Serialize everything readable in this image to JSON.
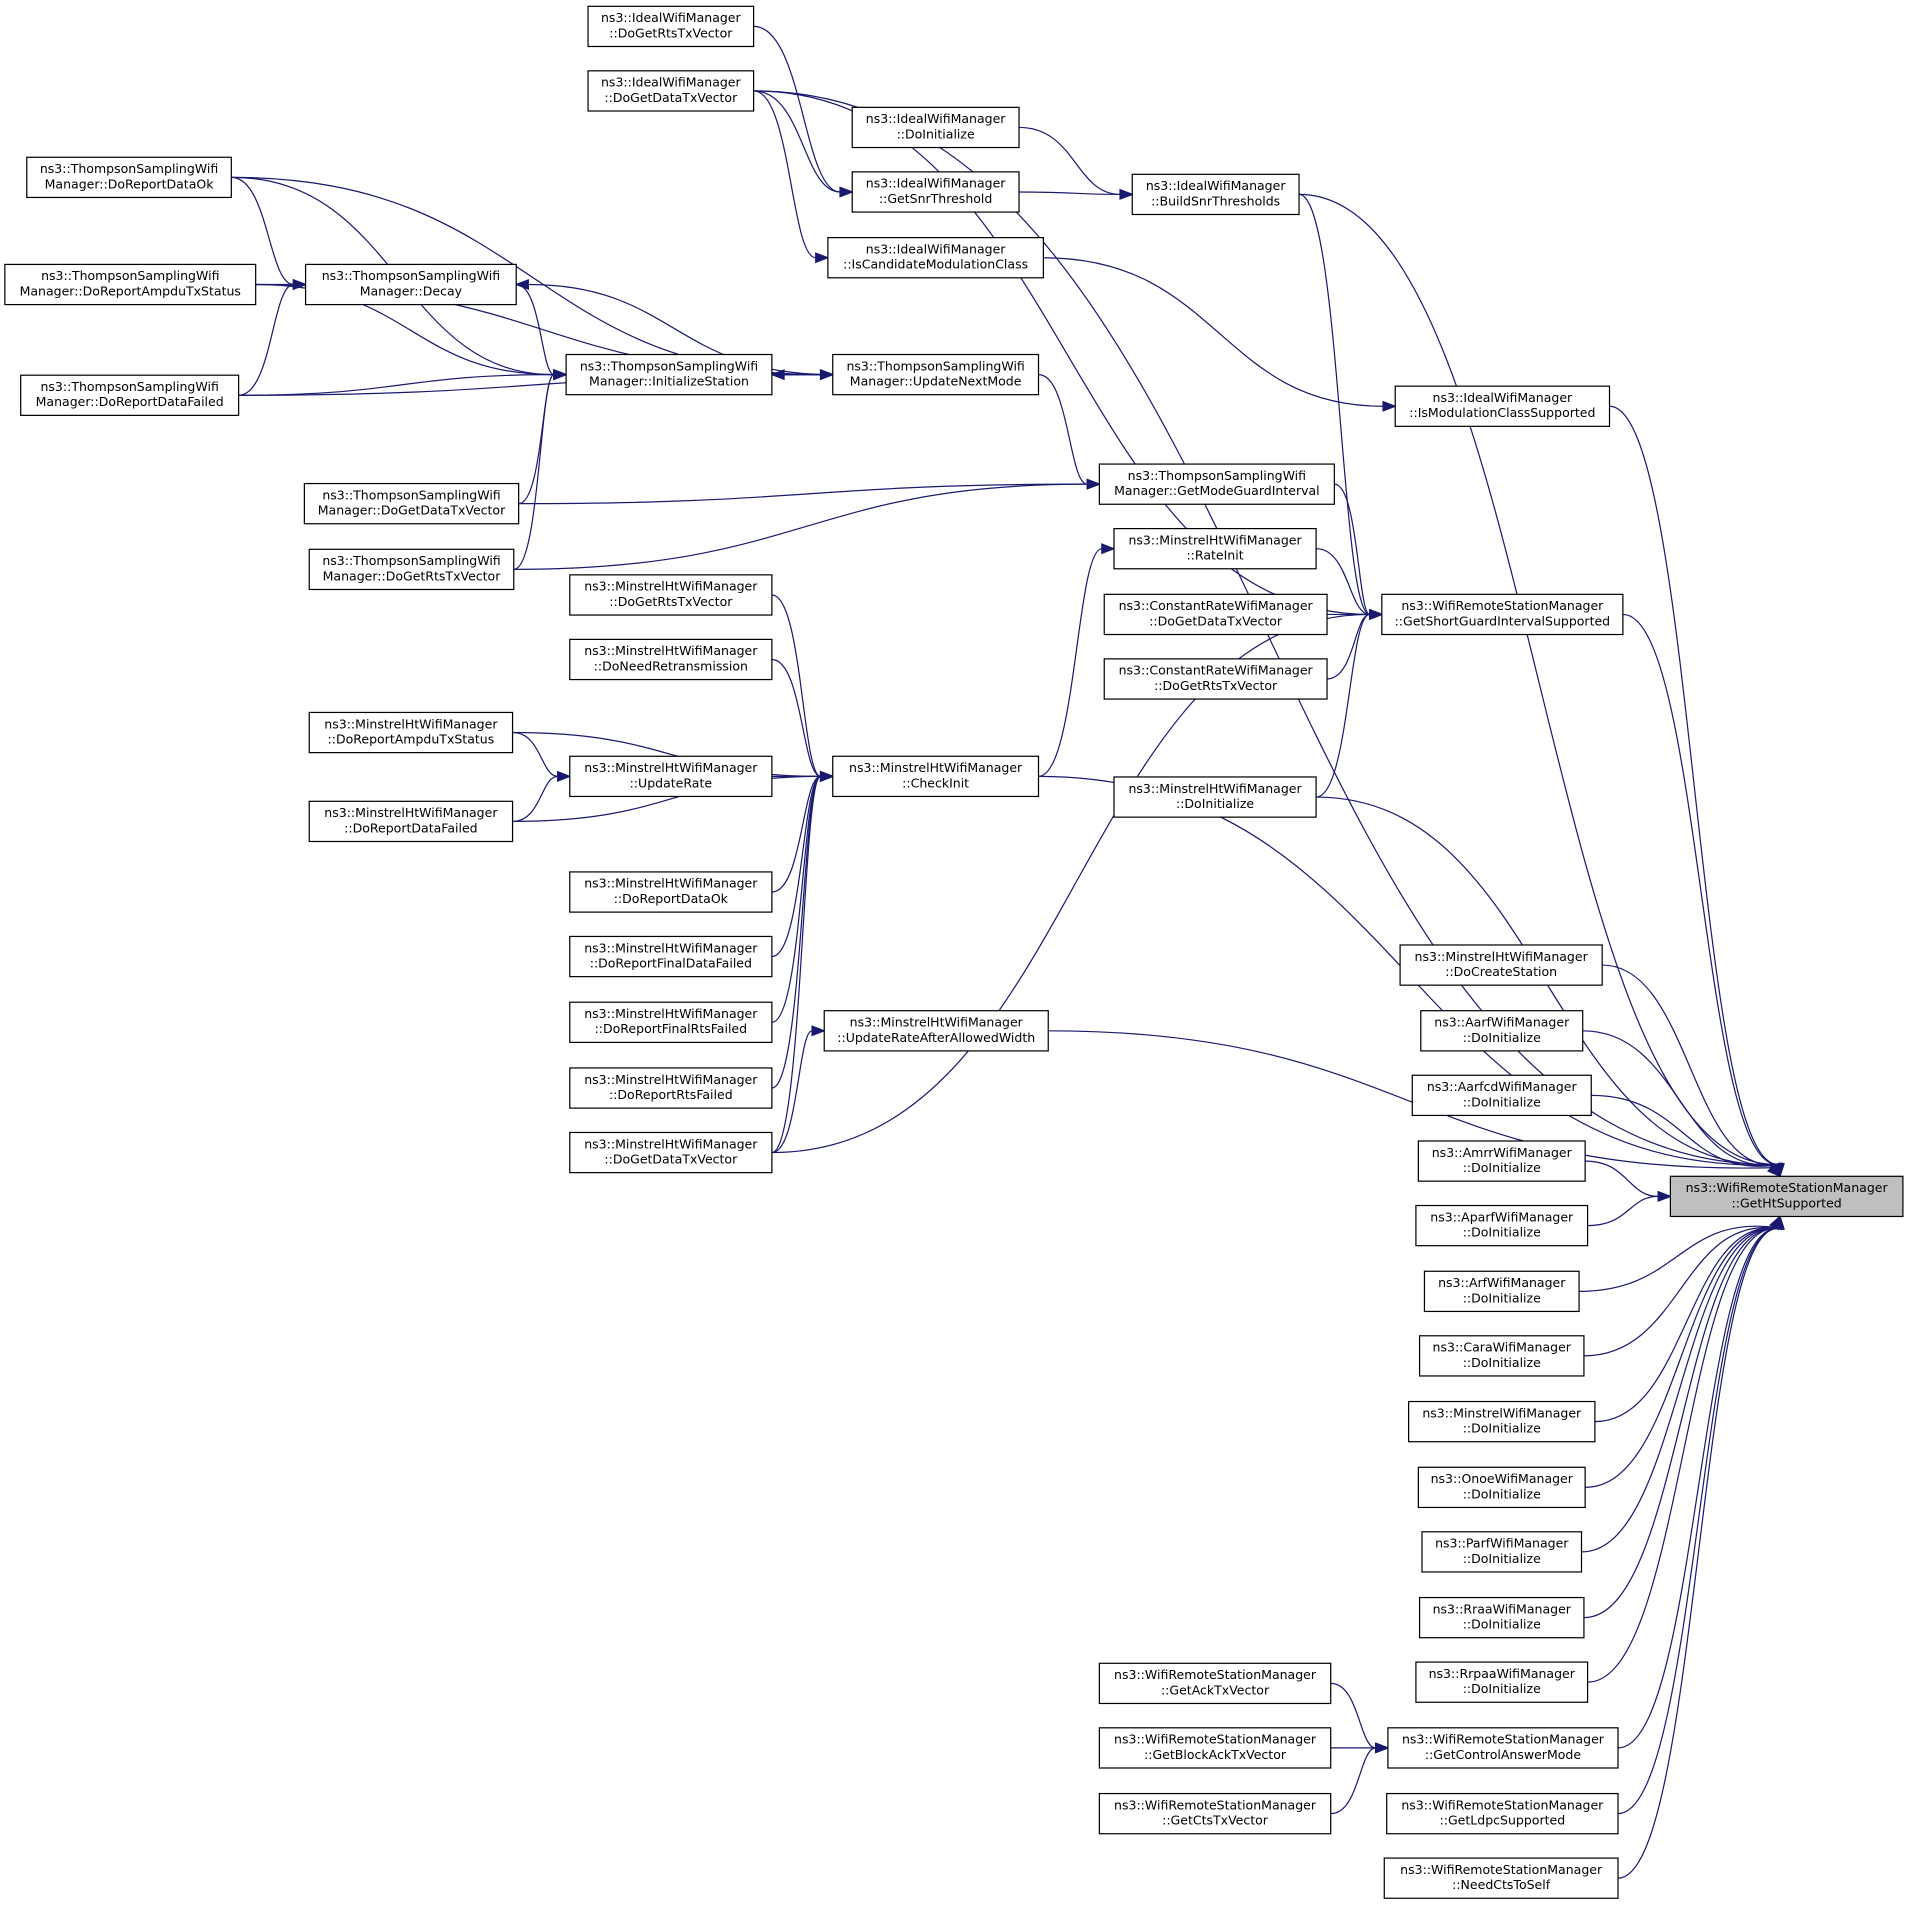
{
  "graph": {
    "edge_color": "#191970",
    "root_fill": "#bfbfbf",
    "root": "n38",
    "nodes": [
      {
        "id": "n1",
        "lines": [
          "ns3::IdealWifiManager",
          "::DoGetRtsTxVector"
        ]
      },
      {
        "id": "n2",
        "lines": [
          "ns3::IdealWifiManager",
          "::DoGetDataTxVector"
        ]
      },
      {
        "id": "n3",
        "lines": [
          "ns3::ThompsonSamplingWifi",
          "Manager::DoReportDataOk"
        ]
      },
      {
        "id": "n4",
        "lines": [
          "ns3::IdealWifiManager",
          "::DoInitialize"
        ]
      },
      {
        "id": "n5",
        "lines": [
          "ns3::IdealWifiManager",
          "::GetSnrThreshold"
        ]
      },
      {
        "id": "n6",
        "lines": [
          "ns3::IdealWifiManager",
          "::BuildSnrThresholds"
        ]
      },
      {
        "id": "n7",
        "lines": [
          "ns3::IdealWifiManager",
          "::IsCandidateModulationClass"
        ]
      },
      {
        "id": "n8",
        "lines": [
          "ns3::ThompsonSamplingWifi",
          "Manager::DoReportAmpduTxStatus"
        ]
      },
      {
        "id": "n9",
        "lines": [
          "ns3::ThompsonSamplingWifi",
          "Manager::Decay"
        ]
      },
      {
        "id": "n10",
        "lines": [
          "ns3::ThompsonSamplingWifi",
          "Manager::DoReportDataFailed"
        ]
      },
      {
        "id": "n11",
        "lines": [
          "ns3::ThompsonSamplingWifi",
          "Manager::InitializeStation"
        ]
      },
      {
        "id": "n12",
        "lines": [
          "ns3::ThompsonSamplingWifi",
          "Manager::UpdateNextMode"
        ]
      },
      {
        "id": "n13",
        "lines": [
          "ns3::IdealWifiManager",
          "::IsModulationClassSupported"
        ]
      },
      {
        "id": "n14",
        "lines": [
          "ns3::ThompsonSamplingWifi",
          "Manager::GetModeGuardInterval"
        ]
      },
      {
        "id": "n15",
        "lines": [
          "ns3::ThompsonSamplingWifi",
          "Manager::DoGetDataTxVector"
        ]
      },
      {
        "id": "n16",
        "lines": [
          "ns3::ThompsonSamplingWifi",
          "Manager::DoGetRtsTxVector"
        ]
      },
      {
        "id": "n17",
        "lines": [
          "ns3::MinstrelHtWifiManager",
          "::RateInit"
        ]
      },
      {
        "id": "n18",
        "lines": [
          "ns3::MinstrelHtWifiManager",
          "::DoGetRtsTxVector"
        ]
      },
      {
        "id": "n19",
        "lines": [
          "ns3::ConstantRateWifiManager",
          "::DoGetDataTxVector"
        ]
      },
      {
        "id": "n20",
        "lines": [
          "ns3::WifiRemoteStationManager",
          "::GetShortGuardIntervalSupported"
        ]
      },
      {
        "id": "n21",
        "lines": [
          "ns3::MinstrelHtWifiManager",
          "::DoNeedRetransmission"
        ]
      },
      {
        "id": "n22",
        "lines": [
          "ns3::ConstantRateWifiManager",
          "::DoGetRtsTxVector"
        ]
      },
      {
        "id": "n23",
        "lines": [
          "ns3::MinstrelHtWifiManager",
          "::DoReportAmpduTxStatus"
        ]
      },
      {
        "id": "n24",
        "lines": [
          "ns3::MinstrelHtWifiManager",
          "::UpdateRate"
        ]
      },
      {
        "id": "n25",
        "lines": [
          "ns3::MinstrelHtWifiManager",
          "::CheckInit"
        ]
      },
      {
        "id": "n26",
        "lines": [
          "ns3::MinstrelHtWifiManager",
          "::DoInitialize"
        ]
      },
      {
        "id": "n27",
        "lines": [
          "ns3::MinstrelHtWifiManager",
          "::DoReportDataFailed"
        ]
      },
      {
        "id": "n28",
        "lines": [
          "ns3::MinstrelHtWifiManager",
          "::DoReportDataOk"
        ]
      },
      {
        "id": "n29",
        "lines": [
          "ns3::MinstrelHtWifiManager",
          "::DoCreateStation"
        ]
      },
      {
        "id": "n30",
        "lines": [
          "ns3::MinstrelHtWifiManager",
          "::DoReportFinalDataFailed"
        ]
      },
      {
        "id": "n31",
        "lines": [
          "ns3::MinstrelHtWifiManager",
          "::UpdateRateAfterAllowedWidth"
        ]
      },
      {
        "id": "n32",
        "lines": [
          "ns3::AarfWifiManager",
          "::DoInitialize"
        ]
      },
      {
        "id": "n33",
        "lines": [
          "ns3::MinstrelHtWifiManager",
          "::DoReportFinalRtsFailed"
        ]
      },
      {
        "id": "n34",
        "lines": [
          "ns3::MinstrelHtWifiManager",
          "::DoReportRtsFailed"
        ]
      },
      {
        "id": "n35",
        "lines": [
          "ns3::AarfcdWifiManager",
          "::DoInitialize"
        ]
      },
      {
        "id": "n36",
        "lines": [
          "ns3::MinstrelHtWifiManager",
          "::DoGetDataTxVector"
        ]
      },
      {
        "id": "n37",
        "lines": [
          "ns3::AmrrWifiManager",
          "::DoInitialize"
        ]
      },
      {
        "id": "n38",
        "lines": [
          "ns3::WifiRemoteStationManager",
          "::GetHtSupported"
        ]
      },
      {
        "id": "n39",
        "lines": [
          "ns3::AparfWifiManager",
          "::DoInitialize"
        ]
      },
      {
        "id": "n40",
        "lines": [
          "ns3::ArfWifiManager",
          "::DoInitialize"
        ]
      },
      {
        "id": "n41",
        "lines": [
          "ns3::CaraWifiManager",
          "::DoInitialize"
        ]
      },
      {
        "id": "n42",
        "lines": [
          "ns3::MinstrelWifiManager",
          "::DoInitialize"
        ]
      },
      {
        "id": "n43",
        "lines": [
          "ns3::OnoeWifiManager",
          "::DoInitialize"
        ]
      },
      {
        "id": "n44",
        "lines": [
          "ns3::ParfWifiManager",
          "::DoInitialize"
        ]
      },
      {
        "id": "n45",
        "lines": [
          "ns3::RraaWifiManager",
          "::DoInitialize"
        ]
      },
      {
        "id": "n46",
        "lines": [
          "ns3::RrpaaWifiManager",
          "::DoInitialize"
        ]
      },
      {
        "id": "n47",
        "lines": [
          "ns3::WifiRemoteStationManager",
          "::GetAckTxVector"
        ]
      },
      {
        "id": "n48",
        "lines": [
          "ns3::WifiRemoteStationManager",
          "::GetControlAnswerMode"
        ]
      },
      {
        "id": "n49",
        "lines": [
          "ns3::WifiRemoteStationManager",
          "::GetBlockAckTxVector"
        ]
      },
      {
        "id": "n50",
        "lines": [
          "ns3::WifiRemoteStationManager",
          "::GetCtsTxVector"
        ]
      },
      {
        "id": "n51",
        "lines": [
          "ns3::WifiRemoteStationManager",
          "::GetLdpcSupported"
        ]
      },
      {
        "id": "n52",
        "lines": [
          "ns3::WifiRemoteStationManager",
          "::NeedCtsToSelf"
        ]
      }
    ],
    "edges": [
      [
        "n1",
        "n5"
      ],
      [
        "n2",
        "n5"
      ],
      [
        "n2",
        "n7"
      ],
      [
        "n2",
        "n38"
      ],
      [
        "n2",
        "n20"
      ],
      [
        "n4",
        "n6"
      ],
      [
        "n5",
        "n6"
      ],
      [
        "n6",
        "n38"
      ],
      [
        "n6",
        "n20"
      ],
      [
        "n7",
        "n13"
      ],
      [
        "n13",
        "n38"
      ],
      [
        "n3",
        "n9"
      ],
      [
        "n3",
        "n11"
      ],
      [
        "n3",
        "n12"
      ],
      [
        "n8",
        "n9"
      ],
      [
        "n8",
        "n11"
      ],
      [
        "n8",
        "n12"
      ],
      [
        "n10",
        "n9"
      ],
      [
        "n10",
        "n11"
      ],
      [
        "n10",
        "n12"
      ],
      [
        "n9",
        "n11"
      ],
      [
        "n12",
        "n9"
      ],
      [
        "n12",
        "n11"
      ],
      [
        "n11",
        "n12"
      ],
      [
        "n12",
        "n14"
      ],
      [
        "n15",
        "n11"
      ],
      [
        "n15",
        "n14"
      ],
      [
        "n16",
        "n11"
      ],
      [
        "n16",
        "n14"
      ],
      [
        "n14",
        "n20"
      ],
      [
        "n17",
        "n20"
      ],
      [
        "n19",
        "n20"
      ],
      [
        "n22",
        "n20"
      ],
      [
        "n26",
        "n20"
      ],
      [
        "n26",
        "n38"
      ],
      [
        "n36",
        "n20"
      ],
      [
        "n20",
        "n38"
      ],
      [
        "n25",
        "n17"
      ],
      [
        "n25",
        "n38"
      ],
      [
        "n18",
        "n25"
      ],
      [
        "n21",
        "n25"
      ],
      [
        "n23",
        "n25"
      ],
      [
        "n23",
        "n24"
      ],
      [
        "n24",
        "n25"
      ],
      [
        "n27",
        "n24"
      ],
      [
        "n27",
        "n25"
      ],
      [
        "n28",
        "n25"
      ],
      [
        "n30",
        "n25"
      ],
      [
        "n33",
        "n25"
      ],
      [
        "n34",
        "n25"
      ],
      [
        "n36",
        "n25"
      ],
      [
        "n36",
        "n31"
      ],
      [
        "n31",
        "n38"
      ],
      [
        "n29",
        "n38"
      ],
      [
        "n32",
        "n38"
      ],
      [
        "n35",
        "n38"
      ],
      [
        "n37",
        "n38"
      ],
      [
        "n39",
        "n38"
      ],
      [
        "n40",
        "n38"
      ],
      [
        "n41",
        "n38"
      ],
      [
        "n42",
        "n38"
      ],
      [
        "n43",
        "n38"
      ],
      [
        "n44",
        "n38"
      ],
      [
        "n45",
        "n38"
      ],
      [
        "n46",
        "n38"
      ],
      [
        "n47",
        "n48"
      ],
      [
        "n49",
        "n48"
      ],
      [
        "n50",
        "n48"
      ],
      [
        "n48",
        "n38"
      ],
      [
        "n51",
        "n38"
      ],
      [
        "n52",
        "n38"
      ]
    ]
  }
}
